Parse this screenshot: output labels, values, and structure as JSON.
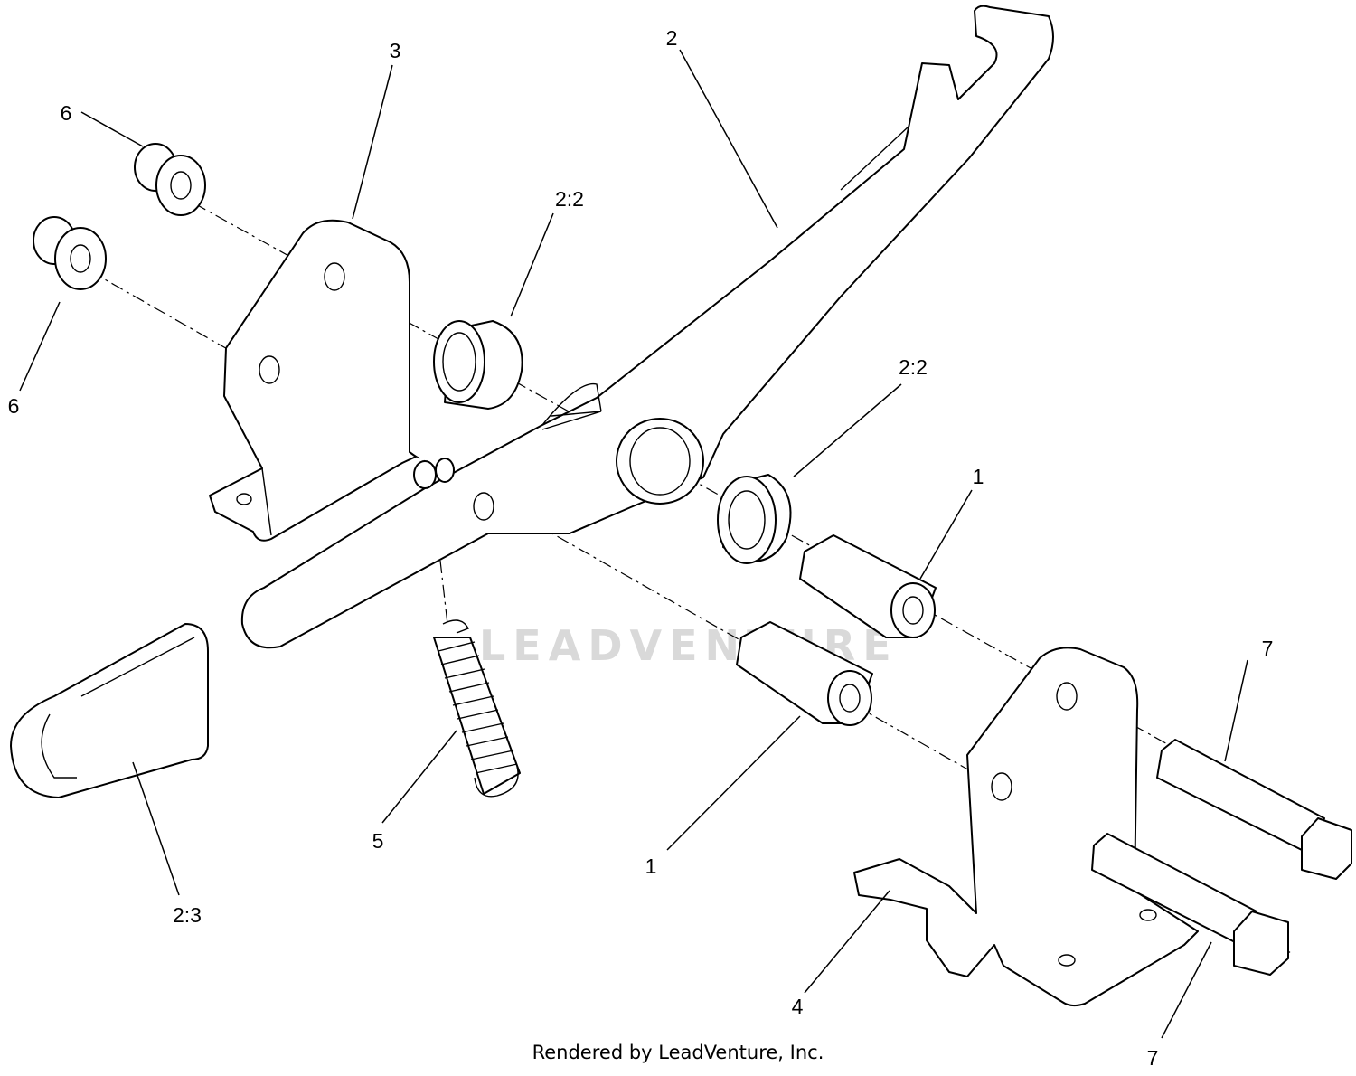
{
  "watermark": "LEADVENTURE",
  "footer": "Rendered by LeadVenture, Inc.",
  "callouts": {
    "bushing_right_upper": "1",
    "bushing_right_lower": "1",
    "lever": "2",
    "bushing_upper": "2:2",
    "bushing_middle": "2:2",
    "grip": "2:3",
    "bracket_left": "3",
    "bracket_right": "4",
    "spring": "5",
    "flange_nut_upper": "6",
    "flange_nut_lower": "6",
    "bolt_upper": "7",
    "bolt_lower": "7"
  }
}
